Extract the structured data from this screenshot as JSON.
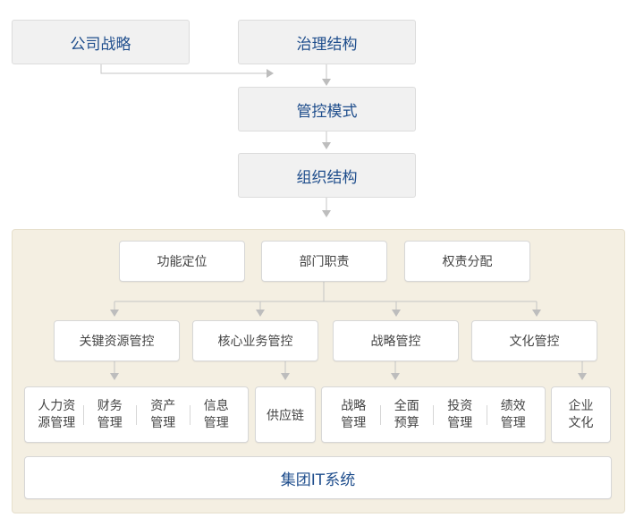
{
  "top": {
    "strategy": "公司战略",
    "governance": "治理结构",
    "control_mode": "管控模式",
    "org_structure": "组织结构"
  },
  "functions": {
    "positioning": "功能定位",
    "dept_duties": "部门职责",
    "authority": "权责分配"
  },
  "controls": {
    "key_resources": "关键资源管控",
    "core_business": "核心业务管控",
    "strategy_control": "战略管控",
    "culture_control": "文化管控"
  },
  "resources": {
    "hr": [
      "人力资",
      "源管理"
    ],
    "finance": [
      "财务",
      "管理"
    ],
    "asset": [
      "资产",
      "管理"
    ],
    "info": [
      "信息",
      "管理"
    ]
  },
  "business": {
    "supply_chain": "供应链"
  },
  "strategy_items": {
    "strategy_mgmt": [
      "战略",
      "管理"
    ],
    "budget": [
      "全面",
      "预算"
    ],
    "investment": [
      "投资",
      "管理"
    ],
    "performance": [
      "绩效",
      "管理"
    ]
  },
  "culture": {
    "corporate_culture": [
      "企业",
      "文化"
    ]
  },
  "system": {
    "it_system": "集团IT系统"
  },
  "colors": {
    "title_blue": "#1e4d8c",
    "panel_beige": "#f4efe2",
    "connector_gray": "#bdbdbd"
  }
}
